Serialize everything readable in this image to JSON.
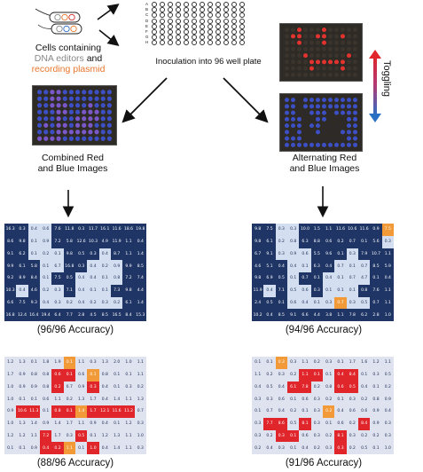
{
  "top": {
    "cells_caption_line1": "Cells containing",
    "cells_caption_dna": "DNA editors",
    "cells_caption_and": " and",
    "cells_caption_recording": "recording plasmid",
    "inoculation_caption": "Inoculation into 96 well plate",
    "plate_row_labels": [
      "A",
      "B",
      "C",
      "D",
      "E",
      "F",
      "G",
      "H"
    ],
    "toggling_label": "Toggling"
  },
  "left_branch": {
    "caption_line1": "Combined Red",
    "caption_line2": "and Blue Images",
    "accuracy_blue": "(96/96 Accuracy)",
    "accuracy_red": "(88/96 Accuracy)"
  },
  "right_branch": {
    "caption_line1": "Alternating Red",
    "caption_line2": "and Blue Images",
    "accuracy_blue": "(94/96 Accuracy)",
    "accuracy_red": "(91/96 Accuracy)"
  },
  "colors": {
    "dark_navy": "#1f3566",
    "light_blue": "#d3dff0",
    "orange": "#f29a38",
    "red": "#e0252b",
    "pale_red": "#dfe3ef",
    "arrow_red": "#e0252b",
    "arrow_blue": "#2b6fc4",
    "dna_editors_text": "#888888",
    "recording_text": "#e8772e"
  },
  "heatmaps": {
    "left_blue": {
      "pattern": [
        "DDLLDDDDDDDD",
        "DDLLDDDDDDDD",
        "DDLLLDDDLDDD",
        "DDDLLDDLLLDD",
        "DDDLDDLLLLDD",
        "DLDLLDLLLDDD",
        "DDDLLLLLLLDD",
        "DDDDDDDDDDDD"
      ],
      "values": [
        [
          "16.3",
          "0.3",
          "0.4",
          "0.6",
          "7.6",
          "11.8",
          "0.3",
          "11.7",
          "16.1",
          "11.6",
          "18.6",
          "19.8"
        ],
        [
          "8.6",
          "9.8",
          "0.1",
          "0.9",
          "7.2",
          "5.8",
          "12.6",
          "10.3",
          "4.9",
          "11.9",
          "1.1",
          "0.4"
        ],
        [
          "9.1",
          "6.2",
          "0.1",
          "0.2",
          "0.1",
          "9.8",
          "0.5",
          "0.3",
          "0.4",
          "8.7",
          "1.1",
          "1.4"
        ],
        [
          "9.9",
          "6.1",
          "5.8",
          "0.1",
          "6.7",
          "16.8",
          "0.3",
          "0.4",
          "0.2",
          "0.9",
          "9.9",
          "8.5"
        ],
        [
          "9.2",
          "8.9",
          "8.4",
          "0.1",
          "7.5",
          "0.5",
          "0.4",
          "0.4",
          "0.1",
          "0.8",
          "7.2",
          "7.4"
        ],
        [
          "10.3",
          "0.4",
          "4.6",
          "0.2",
          "0.3",
          "7.1",
          "0.4",
          "0.1",
          "0.1",
          "7.3",
          "9.8",
          "4.4"
        ],
        [
          "6.6",
          "7.5",
          "9.3",
          "0.4",
          "0.3",
          "0.2",
          "0.4",
          "0.2",
          "0.3",
          "0.2",
          "6.1",
          "1.4"
        ],
        [
          "16.8",
          "12.4",
          "16.4",
          "19.4",
          "6.4",
          "7.7",
          "2.8",
          "4.5",
          "8.5",
          "16.5",
          "8.4",
          "15.3"
        ]
      ]
    },
    "right_blue": {
      "pattern": [
        "DDLLDDDDDDDO",
        "DDLLDDDDDDDL",
        "DDLLLDDDLDDD",
        "DDDLLDDLLLDD",
        "DDDLDDLLLLDD",
        "DLDLLDLLLDDD",
        "DDDLLLLOLLDD",
        "DDDDDDDDDDDD"
      ],
      "values": [
        [
          "9.8",
          "7.5",
          "0.3",
          "0.3",
          "10.0",
          "1.5",
          "1.1",
          "11.6",
          "10.6",
          "11.6",
          "0.9",
          "7.5"
        ],
        [
          "9.8",
          "6.1",
          "0.2",
          "0.8",
          "6.3",
          "8.8",
          "0.6",
          "0.2",
          "0.7",
          "0.1",
          "5.6",
          "0.3"
        ],
        [
          "6.7",
          "9.1",
          "0.3",
          "0.9",
          "0.6",
          "5.5",
          "9.6",
          "0.1",
          "0.3",
          "7.9",
          "10.7",
          "1.1"
        ],
        [
          "4.6",
          "5.1",
          "0.4",
          "0.4",
          "0.1",
          "6.3",
          "0.4",
          "0.7",
          "0.1",
          "0.7",
          "8.5",
          "5.9"
        ],
        [
          "9.8",
          "6.9",
          "0.5",
          "0.1",
          "0.7",
          "0.1",
          "0.4",
          "0.1",
          "0.7",
          "4.7",
          "0.1",
          "0.4"
        ],
        [
          "11.9",
          "0.4",
          "7.1",
          "0.5",
          "0.6",
          "0.3",
          "0.1",
          "0.1",
          "0.1",
          "0.8",
          "7.6",
          "1.1"
        ],
        [
          "2.4",
          "0.5",
          "0.1",
          "0.6",
          "0.4",
          "0.1",
          "0.3",
          "0.7",
          "0.3",
          "0.5",
          "0.7",
          "1.1"
        ],
        [
          "10.2",
          "0.4",
          "8.5",
          "9.1",
          "6.6",
          "4.4",
          "3.8",
          "1.1",
          "7.8",
          "6.2",
          "2.8",
          "1.0"
        ]
      ]
    },
    "left_red": {
      "pattern": [
        "LLLLLPLLLLLL",
        "LLLLRRLOLLLL",
        "LLLLRLLRLLLL",
        "LLLLLLLLLLLL",
        "LRRLRRORRRRL",
        "LLLLLLLLLLLL",
        "LLLRLLRLLLLL",
        "LLLRROLRLLLL"
      ],
      "values": [
        [
          "1.2",
          "1.3",
          "0.1",
          "1.8",
          "1.9",
          "0.1",
          "1.1",
          "0.3",
          "1.3",
          "2.0",
          "1.0",
          "1.1"
        ],
        [
          "1.7",
          "0.9",
          "0.8",
          "0.8",
          "0.6",
          "0.1",
          "0.6",
          "0.1",
          "0.8",
          "0.1",
          "0.1",
          "1.1"
        ],
        [
          "1.0",
          "0.9",
          "0.9",
          "0.8",
          "0.2",
          "6.7",
          "0.9",
          "0.3",
          "0.4",
          "0.1",
          "0.3",
          "0.2"
        ],
        [
          "1.0",
          "0.1",
          "0.1",
          "0.6",
          "1.1",
          "0.2",
          "1.3",
          "1.7",
          "0.4",
          "1.4",
          "1.1",
          "1.3"
        ],
        [
          "0.9",
          "10.6",
          "11.3",
          "0.1",
          "0.8",
          "0.1",
          "1.4",
          "1.7",
          "12.1",
          "11.6",
          "11.2",
          "0.7"
        ],
        [
          "1.0",
          "1.3",
          "1.4",
          "0.9",
          "1.4",
          "1.7",
          "1.1",
          "0.9",
          "0.4",
          "0.1",
          "1.2",
          "0.3"
        ],
        [
          "1.2",
          "1.2",
          "1.1",
          "7.2",
          "1.7",
          "0.3",
          "0.5",
          "0.1",
          "1.2",
          "1.3",
          "1.1",
          "1.0"
        ],
        [
          "0.1",
          "0.1",
          "0.9",
          "0.4",
          "0.2",
          "1.1",
          "0.1",
          "1.0",
          "0.4",
          "1.4",
          "1.1",
          "0.3"
        ]
      ]
    },
    "right_red": {
      "pattern": [
        "LLOLLLLLLLLL",
        "LLLLRRLRRLLL",
        "LLLRRLLRRLLL",
        "LLLLLLLLLLLL",
        "LLLLLLOLLLLL",
        "LRRLRLLLLRLL",
        "LLRRLLLRLLLL",
        "LLLLLLLRLLLL"
      ],
      "values": [
        [
          "0.1",
          "0.1",
          "0.3",
          "0.3",
          "1.1",
          "0.2",
          "0.3",
          "0.1",
          "1.7",
          "1.6",
          "1.2",
          "1.1"
        ],
        [
          "1.1",
          "0.2",
          "0.3",
          "0.2",
          "1.1",
          "0.1",
          "0.1",
          "0.4",
          "8.4",
          "0.1",
          "0.3",
          "0.5"
        ],
        [
          "0.4",
          "0.5",
          "0.4",
          "6.1",
          "7.8",
          "0.2",
          "0.8",
          "0.6",
          "0.5",
          "0.4",
          "0.1",
          "0.2"
        ],
        [
          "0.3",
          "0.3",
          "0.6",
          "0.1",
          "0.6",
          "0.3",
          "0.2",
          "0.1",
          "0.3",
          "0.2",
          "0.8",
          "0.9"
        ],
        [
          "0.1",
          "0.7",
          "0.4",
          "0.2",
          "0.1",
          "0.3",
          "0.2",
          "0.4",
          "0.6",
          "0.6",
          "0.9",
          "0.4"
        ],
        [
          "0.3",
          "7.7",
          "8.6",
          "0.5",
          "8.1",
          "0.3",
          "0.1",
          "0.6",
          "0.2",
          "8.4",
          "0.9",
          "0.3"
        ],
        [
          "0.3",
          "0.2",
          "0.3",
          "0.1",
          "0.6",
          "0.3",
          "0.2",
          "8.1",
          "0.3",
          "0.2",
          "0.2",
          "0.3"
        ],
        [
          "0.2",
          "0.4",
          "0.3",
          "0.1",
          "0.4",
          "0.2",
          "0.3",
          "0.3",
          "0.2",
          "0.5",
          "0.1",
          "1.0"
        ]
      ]
    }
  },
  "photos": {
    "left_combined_dot_pattern": [
      "BBPPBBBBBBBB",
      "BBPPBBBBBBBB",
      "BBPPPBBBPBBB",
      "BBBPPBBPPPBB",
      "BBBPBBPPPPBB",
      "BPBPPBPPPBBB",
      "BBBPPPPPPPBB",
      "PPPPBBBBBBBB"
    ],
    "right_red_dot_pattern": [
      "..R...R.....",
      ".RR..RR..R..",
      "..R...R.....",
      "............",
      "...R......R.",
      "....RRRRRR..",
      "....R....R..",
      "............"
    ],
    "right_blue_dot_pattern": [
      "BB.BBBBBBBBB",
      "BB.BBBBBBBBB",
      "BB..BBB.BBBB",
      "BBB..BB...BB",
      "BBB.BB....BB",
      "B.B..B...BBB",
      "BBB.......BB",
      "BBBBBBBBBBBB"
    ]
  }
}
